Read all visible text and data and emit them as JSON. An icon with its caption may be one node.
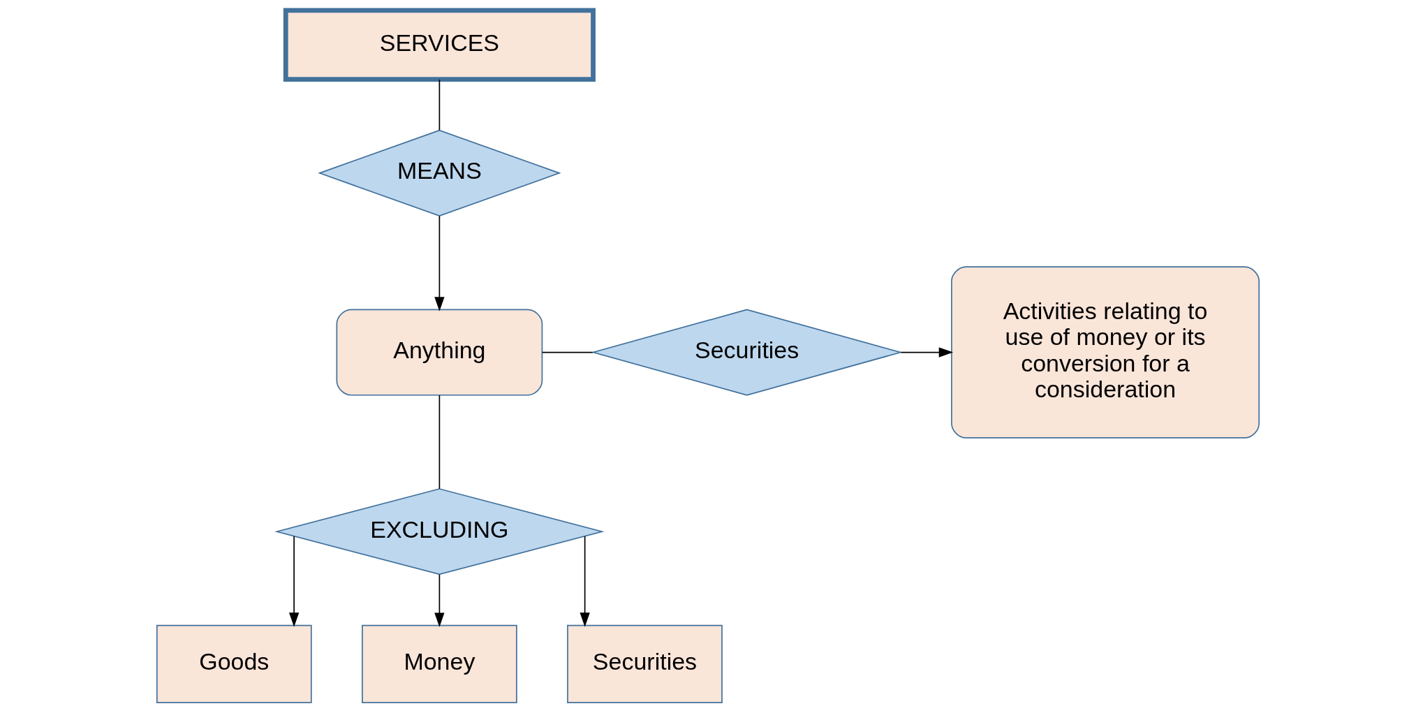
{
  "diagram": {
    "nodes": [
      {
        "text": [
          "SERVICES"
        ]
      },
      {
        "text": [
          "MEANS"
        ]
      },
      {
        "text": [
          "Anything"
        ]
      },
      {
        "text": [
          "Securities"
        ]
      },
      {
        "text": [
          "Activities relating to use of money or its conversion for a consideration"
        ]
      },
      {
        "text": [
          "EXCLUDING"
        ]
      },
      {
        "text": [
          "Goods"
        ]
      },
      {
        "text": [
          "Money"
        ]
      },
      {
        "text": [
          "Securities"
        ]
      }
    ],
    "edges": [
      {
        "from": 0,
        "to": 1,
        "arrow": "none"
      },
      {
        "from": 1,
        "to": 2,
        "arrow": "to"
      },
      {
        "from": 2,
        "to": 3,
        "arrow": "none"
      },
      {
        "from": 3,
        "to": 4,
        "arrow": "to"
      },
      {
        "from": 2,
        "to": 5,
        "arrow": "none"
      },
      {
        "from": 5,
        "to": 6,
        "arrow": "to"
      },
      {
        "from": 5,
        "to": 7,
        "arrow": "to"
      },
      {
        "from": 5,
        "to": 8,
        "arrow": "to"
      }
    ]
  }
}
